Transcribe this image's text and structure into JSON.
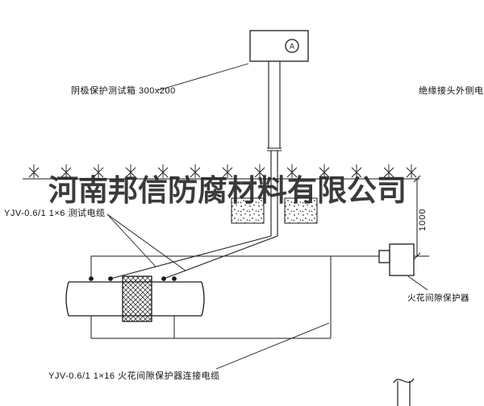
{
  "drawing": {
    "watermark": "河南邦信防腐材料有限公司",
    "labels": {
      "test_box": "阴极保护测试箱 300x200",
      "insulating_joint_cable": "绝缘接头外侧电缆",
      "test_cable": "YJV-0.6/1 1×6  测试电缆",
      "spark_gap_protector": "火花间隙保护器",
      "connection_cable": "YJV-0.6/1 1×16  火花间隙保护器连接电缆",
      "dimension_1000": "1000",
      "ammeter": "A"
    },
    "colors": {
      "line": "#1a1a1a",
      "watermark": "#202020",
      "background": "#ffffff"
    }
  }
}
